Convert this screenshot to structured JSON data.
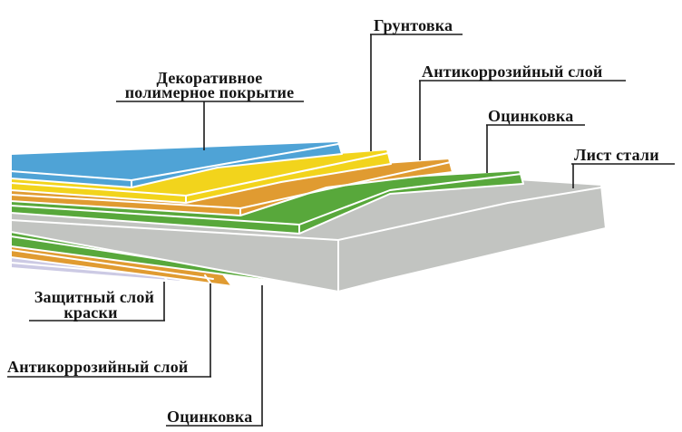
{
  "diagram": {
    "labels": {
      "decorative_coating_line1": "Декоративное",
      "decorative_coating_line2": "полимерное покрытие",
      "primer": "Грунтовка",
      "anticorrosion_top": "Антикоррозийный слой",
      "zinc_top": "Оцинковка",
      "steel_sheet": "Лист стали",
      "protective_paint_line1": "Защитный слой",
      "protective_paint_line2": "краски",
      "anticorrosion_bottom": "Антикоррозийный слой",
      "zinc_bottom": "Оцинковка"
    },
    "colors": {
      "polymer_blue": "#4FA3D6",
      "primer_yellow": "#F2D41C",
      "anticorrosion_orange": "#E09B31",
      "zinc_green": "#58A83B",
      "steel_gray": "#C2C4C1",
      "paint_lavender": "#CCCAE4",
      "edge_white": "#FFFFFF",
      "line_black": "#1A1A1A",
      "background": "#FFFFFF"
    }
  }
}
